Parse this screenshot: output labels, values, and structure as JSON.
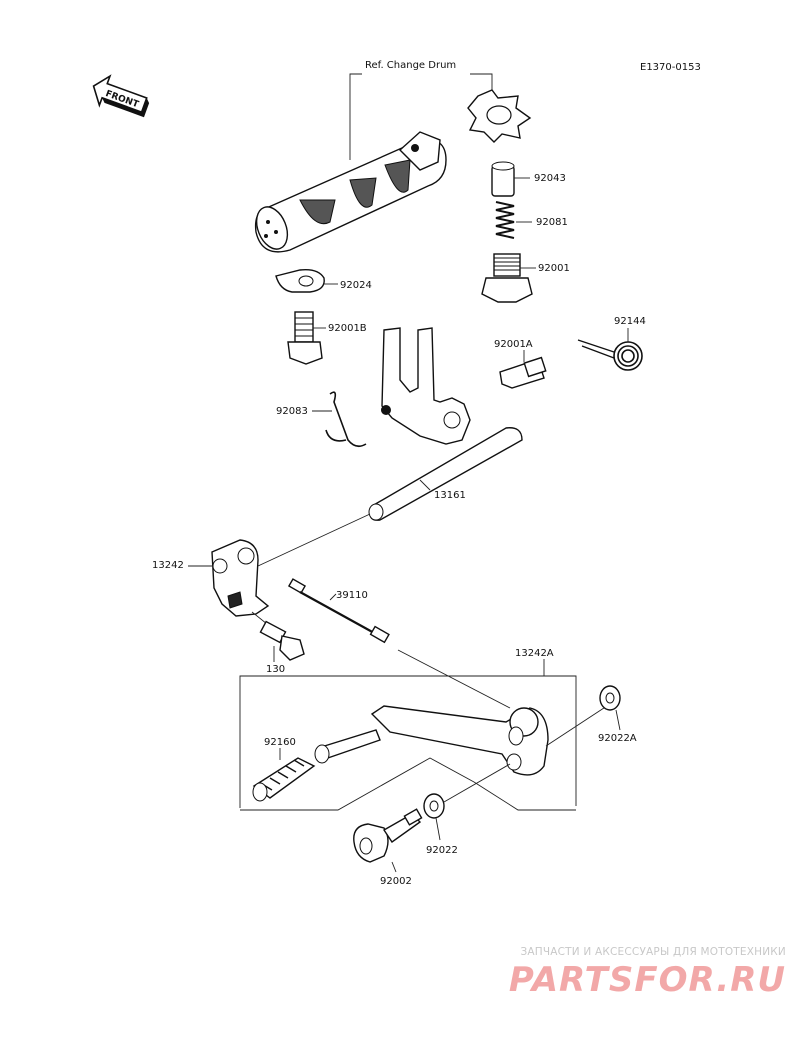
{
  "diagram": {
    "code": "E1370-0153",
    "front_label": "FRONT",
    "ref_label": "Ref. Change Drum",
    "parts": [
      {
        "id": "p92043",
        "label": "92043"
      },
      {
        "id": "p92081",
        "label": "92081"
      },
      {
        "id": "p92001",
        "label": "92001"
      },
      {
        "id": "p92024",
        "label": "92024"
      },
      {
        "id": "p92001B",
        "label": "92001B"
      },
      {
        "id": "p92001A",
        "label": "92001A"
      },
      {
        "id": "p92144",
        "label": "92144"
      },
      {
        "id": "p92083",
        "label": "92083"
      },
      {
        "id": "p13161",
        "label": "13161"
      },
      {
        "id": "p13242",
        "label": "13242"
      },
      {
        "id": "p39110",
        "label": "39110"
      },
      {
        "id": "p130",
        "label": "130"
      },
      {
        "id": "p13242A",
        "label": "13242A"
      },
      {
        "id": "p92160",
        "label": "92160"
      },
      {
        "id": "p92022A",
        "label": "92022A"
      },
      {
        "id": "p92022",
        "label": "92022"
      },
      {
        "id": "p92002",
        "label": "92002"
      }
    ]
  },
  "watermark": {
    "tagline": "ЗАПЧАСТИ И АКСЕССУАРЫ ДЛЯ МОТОТЕХНИКИ",
    "logo": "PARTSFOR.RU"
  }
}
